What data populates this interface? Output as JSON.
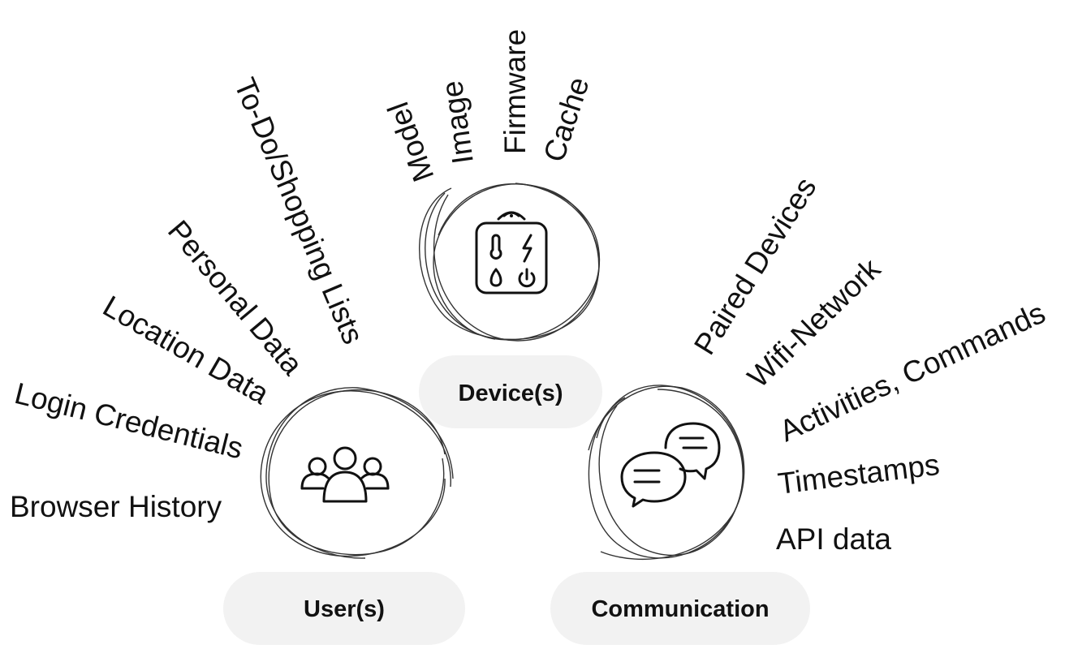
{
  "groups": {
    "device": {
      "name": "Device(s)",
      "icon": "smart-device-icon",
      "items": [
        "Model",
        "Image",
        "Firmware",
        "Cache"
      ]
    },
    "user": {
      "name": "User(s)",
      "icon": "users-group-icon",
      "items": [
        "To-Do/Shopping Lists",
        "Personal Data",
        "Location Data",
        "Login Credentials",
        "Browser History"
      ]
    },
    "communication": {
      "name": "Communication",
      "icon": "chat-bubbles-icon",
      "items": [
        "Paired Devices",
        "Wifi-Network",
        "Activities, Commands",
        "Timestamps",
        "API data"
      ]
    }
  },
  "colors": {
    "pill_background": "#f2f2f2",
    "text": "#111111",
    "sketch_stroke": "#333333"
  }
}
